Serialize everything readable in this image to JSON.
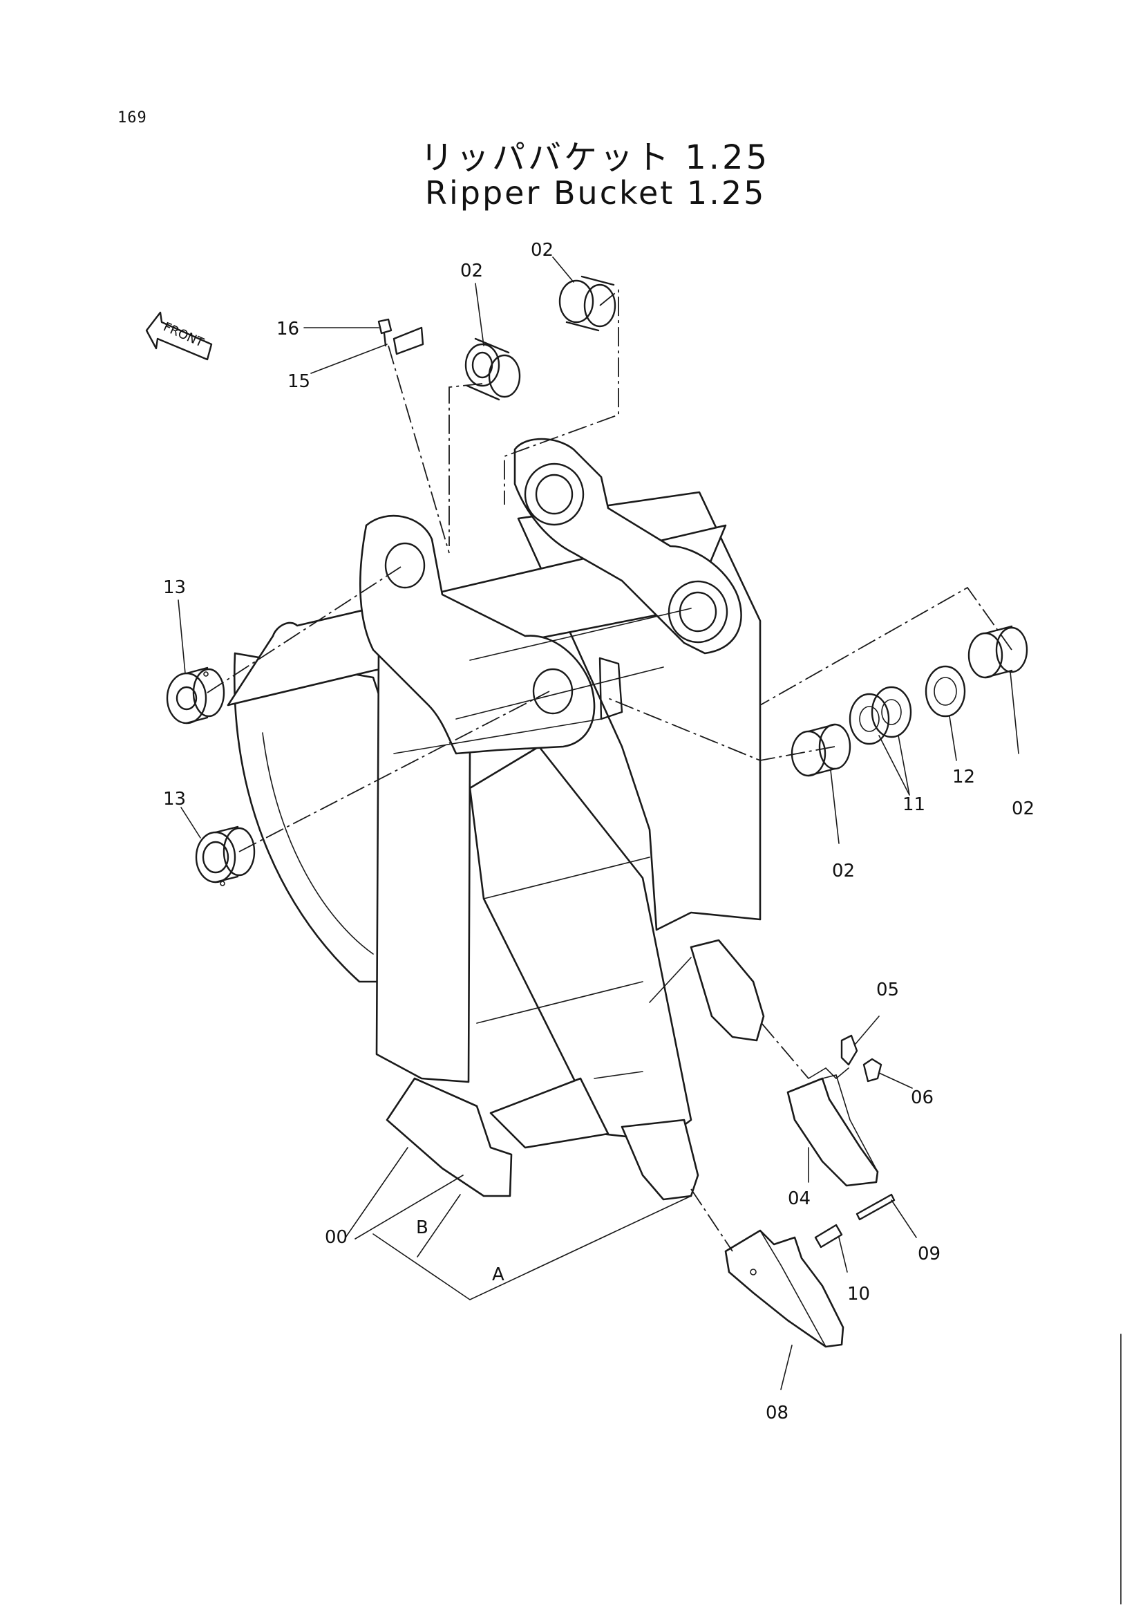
{
  "page_number": "169",
  "title_japanese": "リッパバケット 1.25",
  "title_english": "Ripper Bucket 1.25",
  "front_arrow_label": "FRONT",
  "callouts": [
    {
      "id": "c16",
      "text": "16"
    },
    {
      "id": "c15",
      "text": "15"
    },
    {
      "id": "c02a",
      "text": "02"
    },
    {
      "id": "c02b",
      "text": "02"
    },
    {
      "id": "c13a",
      "text": "13"
    },
    {
      "id": "c13b",
      "text": "13"
    },
    {
      "id": "c02c",
      "text": "02"
    },
    {
      "id": "c12",
      "text": "12"
    },
    {
      "id": "c11",
      "text": "11"
    },
    {
      "id": "c02d",
      "text": "02"
    },
    {
      "id": "c05",
      "text": "05"
    },
    {
      "id": "c06",
      "text": "06"
    },
    {
      "id": "c04",
      "text": "04"
    },
    {
      "id": "c00",
      "text": "00"
    },
    {
      "id": "cB",
      "text": "B"
    },
    {
      "id": "cA",
      "text": "A"
    },
    {
      "id": "c09",
      "text": "09"
    },
    {
      "id": "c10",
      "text": "10"
    },
    {
      "id": "c08",
      "text": "08"
    }
  ]
}
